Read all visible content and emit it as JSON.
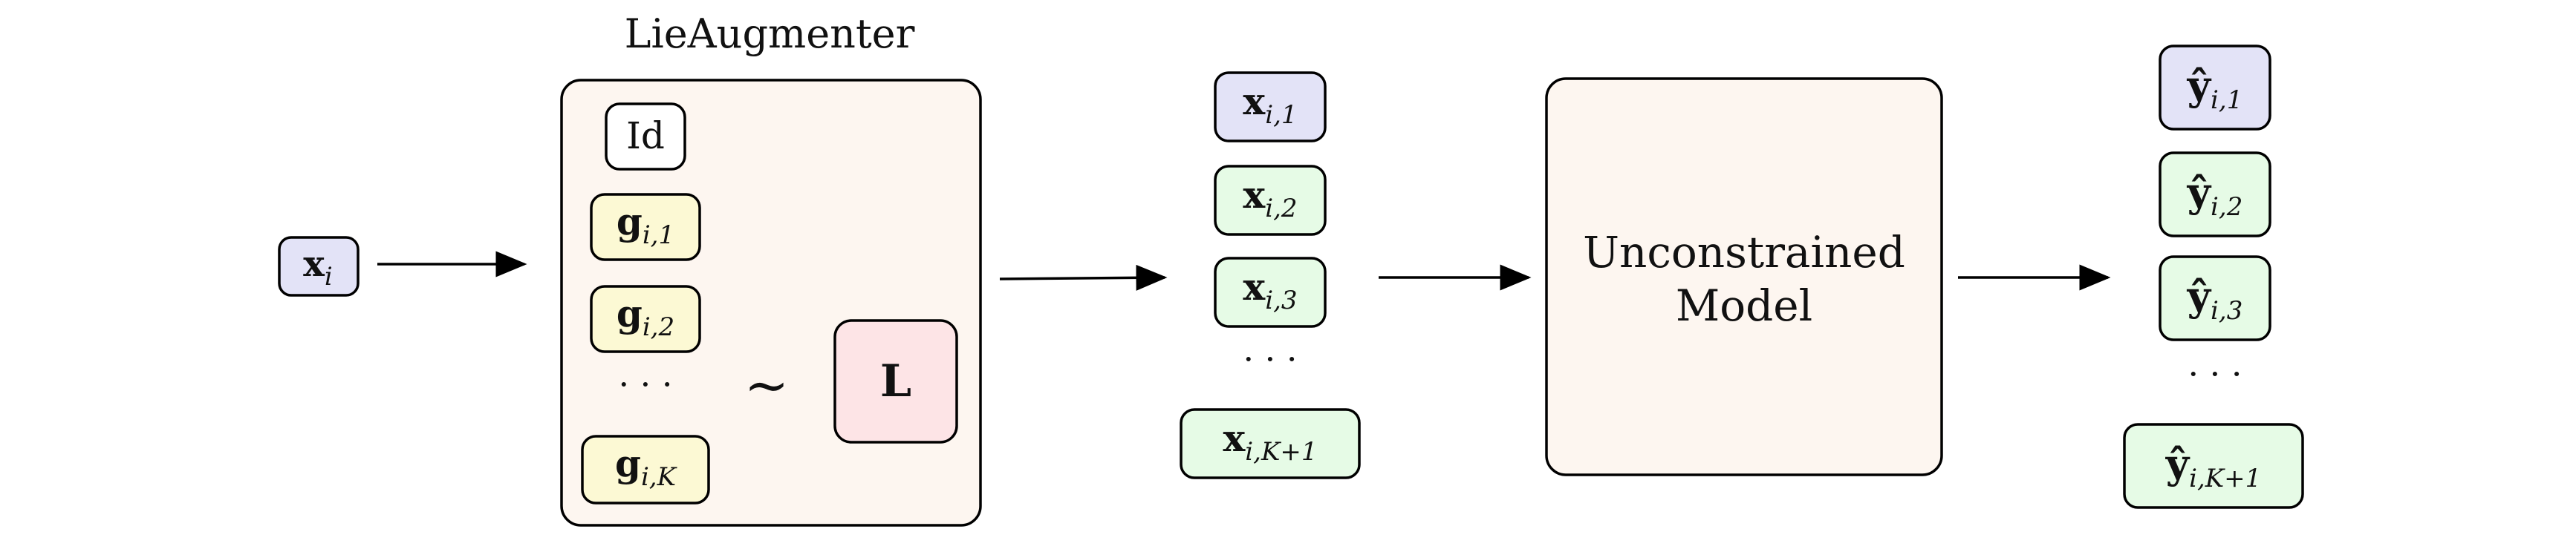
{
  "colors": {
    "input_fill": "#e3e3f7",
    "group_fill": "#fcf9d4",
    "aug_fill": "#e6fbe6",
    "id_fill": "#ffffff",
    "lie_panel_fill": "#fdf6f0",
    "model_fill": "#fdf6f0",
    "L_fill": "#fde4e6",
    "stroke": "#000000"
  },
  "input": {
    "base": "x",
    "sub": "i"
  },
  "lie_augmenter": {
    "title": "LieAugmenter",
    "identity": "Id",
    "elements": [
      {
        "base": "g",
        "sub": "i,1"
      },
      {
        "base": "g",
        "sub": "i,2"
      },
      {
        "base": "g",
        "sub": "i,K"
      }
    ],
    "dots": "· · ·",
    "tilde": "∼",
    "lie_symbol": "L"
  },
  "augmented_inputs": {
    "items": [
      {
        "base": "x",
        "sub": "i,1"
      },
      {
        "base": "x",
        "sub": "i,2"
      },
      {
        "base": "x",
        "sub": "i,3"
      },
      {
        "base": "x",
        "sub": "i,K+1"
      }
    ],
    "dots": "· · ·"
  },
  "model": {
    "line1": "Unconstrained",
    "line2": "Model"
  },
  "outputs": {
    "items": [
      {
        "base": "ŷ",
        "sub": "i,1"
      },
      {
        "base": "ŷ",
        "sub": "i,2"
      },
      {
        "base": "ŷ",
        "sub": "i,3"
      },
      {
        "base": "ŷ",
        "sub": "i,K+1"
      }
    ],
    "dots": "· · ·"
  }
}
